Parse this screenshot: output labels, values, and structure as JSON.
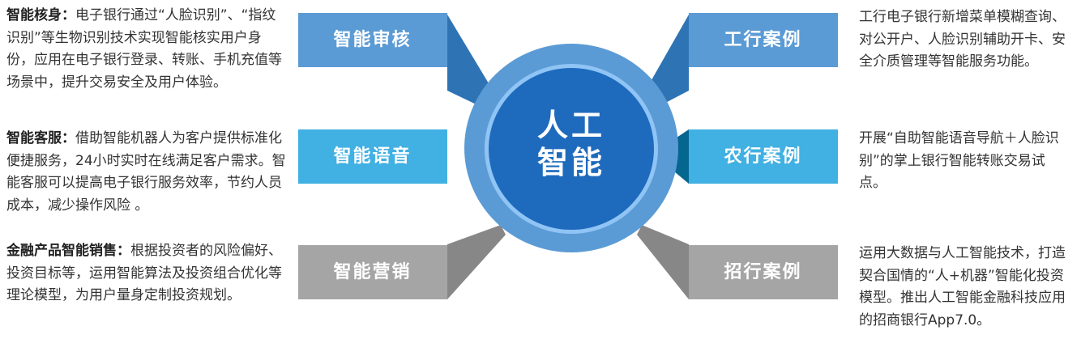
{
  "center": {
    "line1": "人工",
    "line2": "智能"
  },
  "left_items": [
    {
      "label": "智能审核",
      "title": "智能核身：",
      "text": "电子银行通过“人脸识别”、“指纹识别”等生物识别技术实现智能核实用户身份，应用在电子银行登录、转账、手机充值等场景中，提升交易安全及用户体验。"
    },
    {
      "label": "智能语音",
      "title": "智能客服：",
      "text": "借助智能机器人为客户提供标准化便捷服务，24小时实时在线满足客户需求。智能客服可以提高电子银行服务效率，节约人员成本，减少操作风险 。"
    },
    {
      "label": "智能营销",
      "title": "金融产品智能销售：",
      "text": "根据投资者的风险偏好、投资目标等，运用智能算法及投资组合优化等理论模型，为用户量身定制投资规划。"
    }
  ],
  "right_items": [
    {
      "label": "工行案例",
      "text": "工行电子银行新增菜单模糊查询、对公开户、人脸识别辅助开卡、安全介质管理等智能服务功能。"
    },
    {
      "label": "农行案例",
      "text": "开展“自助智能语音导航＋人脸识别”的掌上银行智能转账交易试点。"
    },
    {
      "label": "招行案例",
      "text": "运用大数据与人工智能技术，打造契合国情的“人+机器”智能化投资模型。推出人工智能金融科技应用的招商银行App7.0。"
    }
  ],
  "colors": {
    "blue": "#5b9bd5",
    "blue_dark": "#2e74b5",
    "cyan": "#41b0e2",
    "teal": "#05668f",
    "gray": "#a5a5a5",
    "gray_dark": "#878787",
    "core": "#1e6bbd",
    "ring": "#8fc4f5"
  }
}
